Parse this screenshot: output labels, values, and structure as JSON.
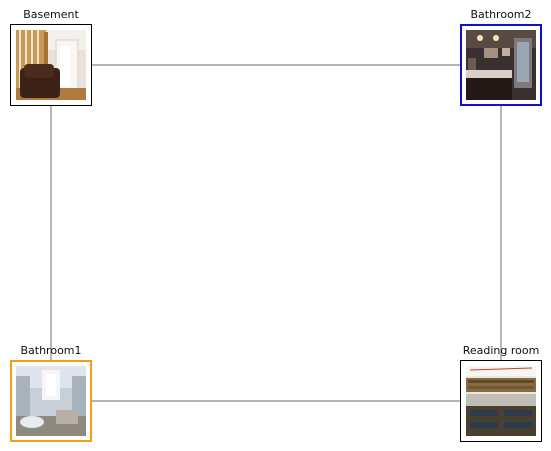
{
  "rooms": [
    {
      "id": "basement",
      "label": "Basement",
      "selected": null,
      "thumbnail": "basement-photo"
    },
    {
      "id": "bathroom2",
      "label": "Bathroom2",
      "selected": "blue",
      "thumbnail": "bathroom-photo"
    },
    {
      "id": "bathroom1",
      "label": "Bathroom1",
      "selected": "orange",
      "thumbnail": "bathroom-photo"
    },
    {
      "id": "reading-room",
      "label": "Reading room",
      "selected": null,
      "thumbnail": "reading-room-photo"
    }
  ],
  "connections": [
    [
      "basement",
      "bathroom2"
    ],
    [
      "basement",
      "bathroom1"
    ],
    [
      "bathroom2",
      "reading-room"
    ],
    [
      "bathroom1",
      "reading-room"
    ]
  ],
  "colors": {
    "edge": "#888888",
    "default_border": "#000000",
    "blue": "#1010d0",
    "orange": "#f0a010"
  }
}
